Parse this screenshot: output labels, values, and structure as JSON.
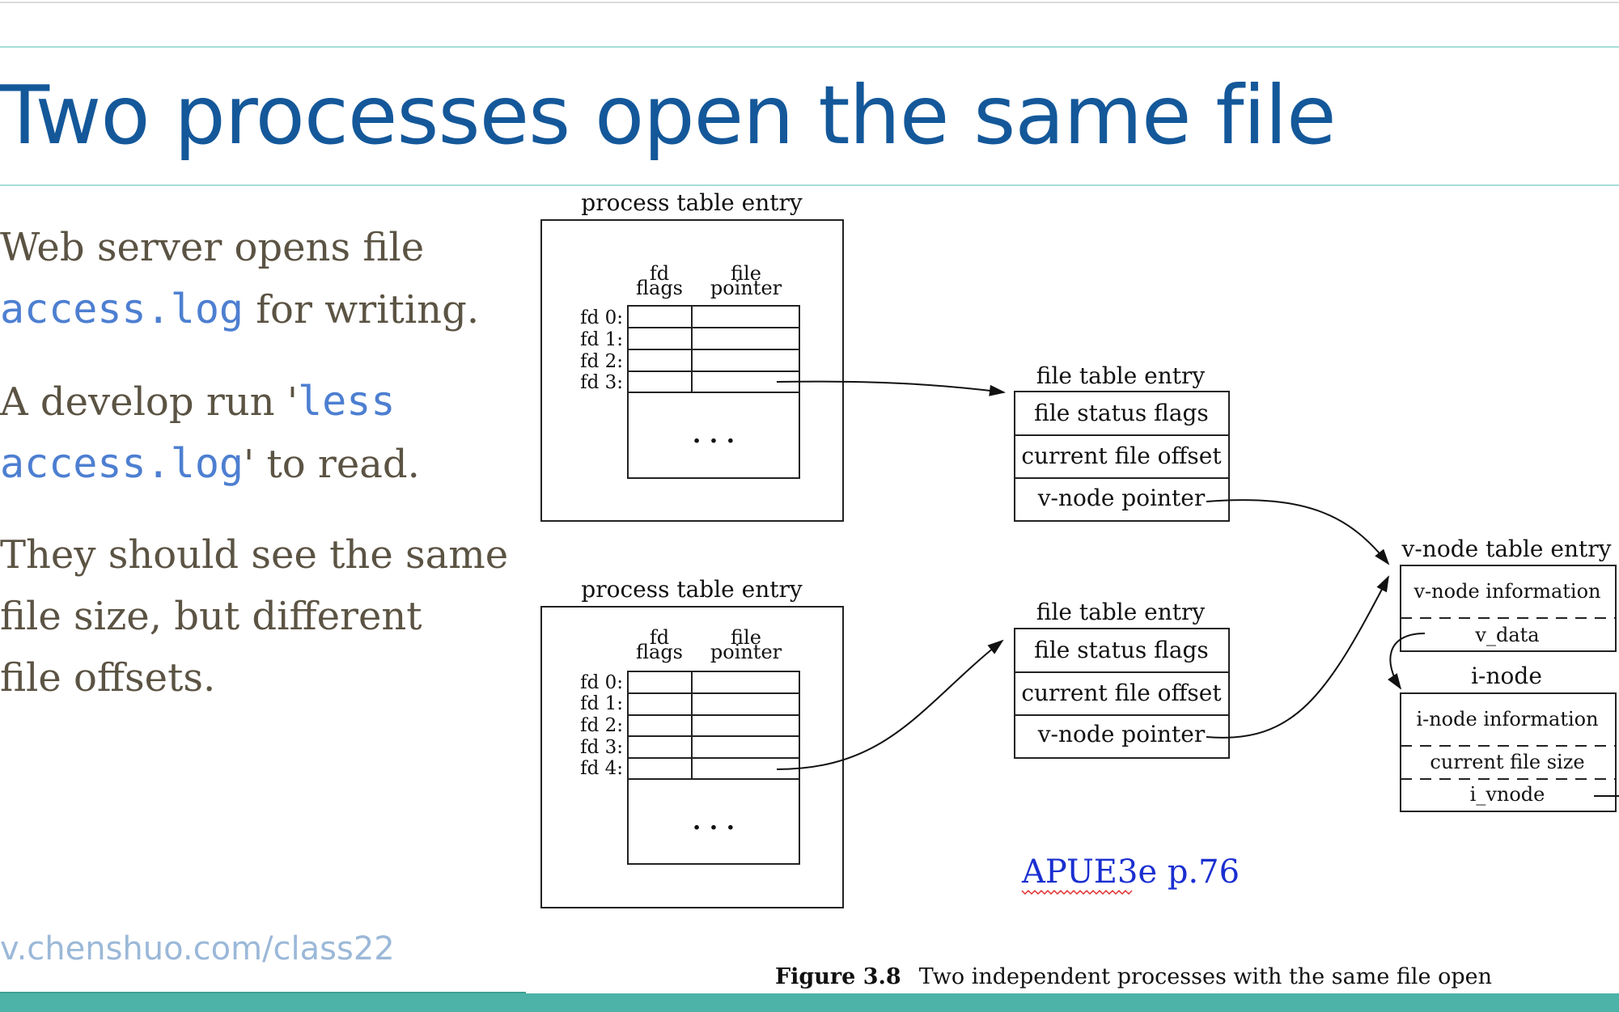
{
  "title": "Two processes open the same file",
  "bullets": [
    {
      "line1": "Web server opens file",
      "line2_code": "access.log",
      "line2_text": " for writing."
    },
    {
      "line1_text": "A develop run '",
      "line1_code": "less",
      "line2_code": "access.log",
      "line2_text": "' to read."
    },
    {
      "line1": "They should see the same",
      "line2": "file size, but different",
      "line3": "file offsets."
    }
  ],
  "footer_url": "v.chenshuo.com/class22",
  "diagram": {
    "process_label": "process table entry",
    "fd_flags_label_1": "fd",
    "fd_flags_label_2": "flags",
    "file_ptr_label_1": "file",
    "file_ptr_label_2": "pointer",
    "process1_fds": [
      "fd 0:",
      "fd 1:",
      "fd 2:",
      "fd 3:"
    ],
    "process2_fds": [
      "fd 0:",
      "fd 1:",
      "fd 2:",
      "fd 3:",
      "fd 4:"
    ],
    "ellipsis": ". . .",
    "file_table_label": "file table entry",
    "file_status_flags": "file status flags",
    "current_file_offset": "current file offset",
    "vnode_pointer": "v-node pointer",
    "vnode_table_label": "v-node table entry",
    "vnode_information": "v-node information",
    "v_data": "v_data",
    "inode_label": "i-node",
    "inode_information": "i-node information",
    "current_file_size": "current file size",
    "i_vnode": "i_vnode",
    "reference": "APUE3e p.76",
    "caption_bold": "Figure 3.8",
    "caption_text": "Two independent processes with the same file open"
  },
  "colors": {
    "title": "#14589a",
    "body_text": "#5b5343",
    "code_text": "#4d7fd1",
    "reference_link": "#1a2fd0",
    "rule": "#a6dcd9",
    "bottom_bar": "#4db3a8"
  }
}
